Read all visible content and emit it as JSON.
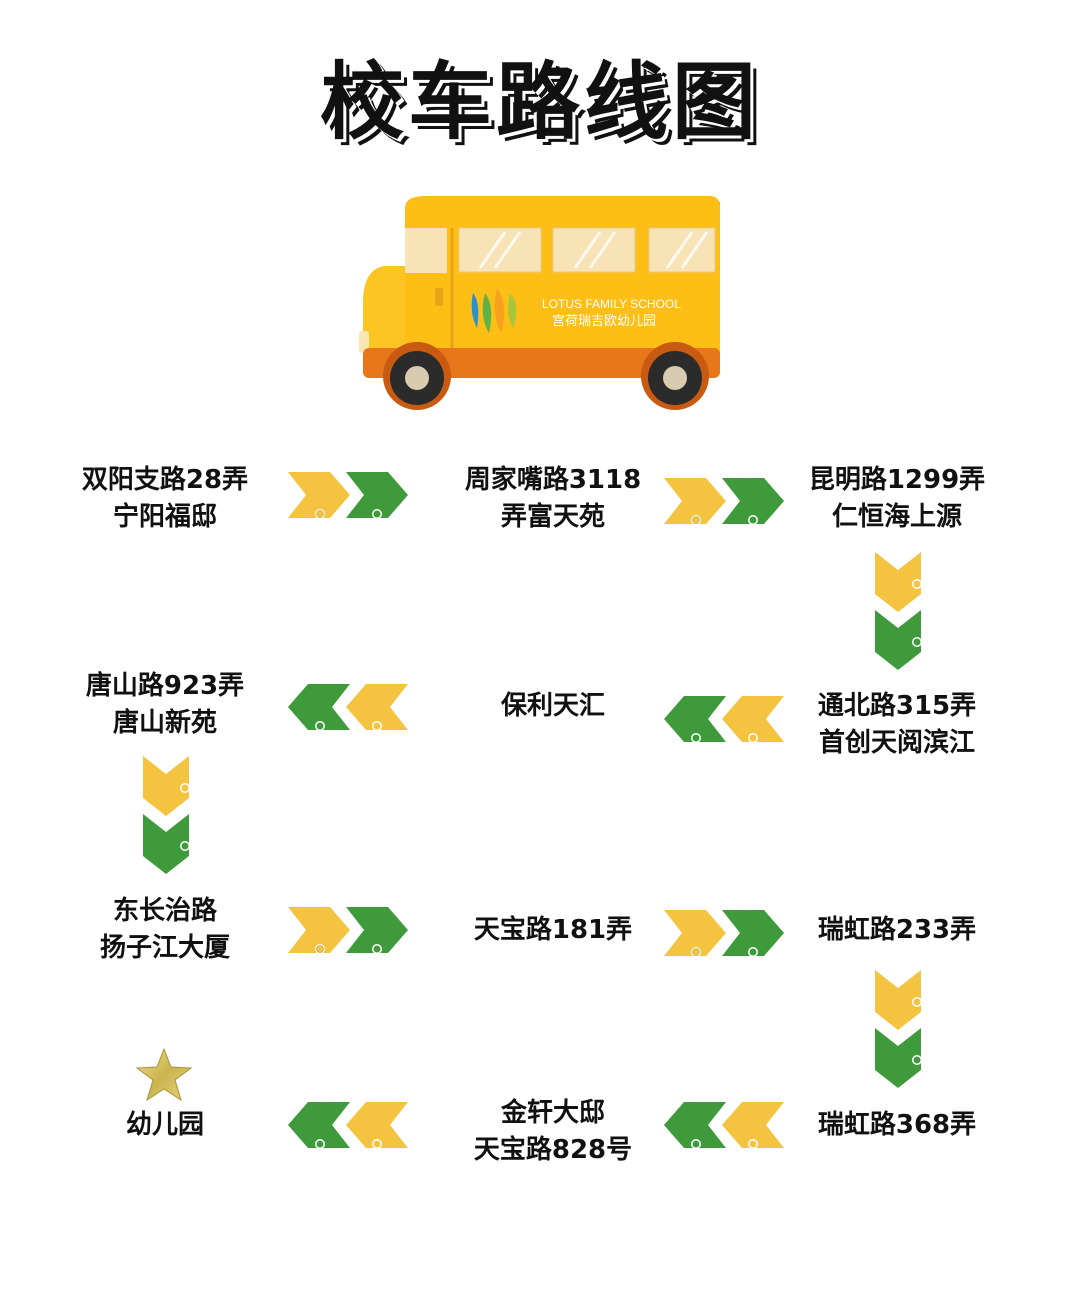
{
  "title": "校车路线图",
  "bus": {
    "school_en": "LOTUS FAMILY SCHOOL",
    "school_cn": "宫荷瑞吉欧幼儿园"
  },
  "colors": {
    "arrow_yellow": "#F4C33F",
    "arrow_green": "#3E9A3A",
    "bus_body": "#FDBE16",
    "bus_bottom": "#E8761B",
    "title_text": "#111111"
  },
  "route": {
    "stops": [
      {
        "id": "s1",
        "lines": [
          "双阳支路28弄",
          "宁阳福邸"
        ]
      },
      {
        "id": "s2",
        "lines": [
          "周家嘴路3118",
          "弄富天苑"
        ]
      },
      {
        "id": "s3",
        "lines": [
          "昆明路1299弄",
          "仁恒海上源"
        ]
      },
      {
        "id": "s4",
        "lines": [
          "通北路315弄",
          "首创天阅滨江"
        ]
      },
      {
        "id": "s5",
        "lines": [
          "保利天汇"
        ]
      },
      {
        "id": "s6",
        "lines": [
          "唐山路923弄",
          "唐山新苑"
        ]
      },
      {
        "id": "s7",
        "lines": [
          "东长治路",
          "扬子江大厦"
        ]
      },
      {
        "id": "s8",
        "lines": [
          "天宝路181弄"
        ]
      },
      {
        "id": "s9",
        "lines": [
          "瑞虹路233弄"
        ]
      },
      {
        "id": "s10",
        "lines": [
          "瑞虹路368弄"
        ]
      },
      {
        "id": "s11",
        "lines": [
          "金轩大邸",
          "天宝路828号"
        ]
      },
      {
        "id": "s12",
        "lines": [
          "幼儿园"
        ]
      }
    ],
    "arrows": [
      {
        "direction": "right"
      },
      {
        "direction": "right"
      },
      {
        "direction": "down"
      },
      {
        "direction": "left"
      },
      {
        "direction": "left"
      },
      {
        "direction": "down"
      },
      {
        "direction": "right"
      },
      {
        "direction": "right"
      },
      {
        "direction": "down"
      },
      {
        "direction": "left"
      },
      {
        "direction": "left"
      }
    ],
    "destination_icon": "gold-star-icon"
  }
}
